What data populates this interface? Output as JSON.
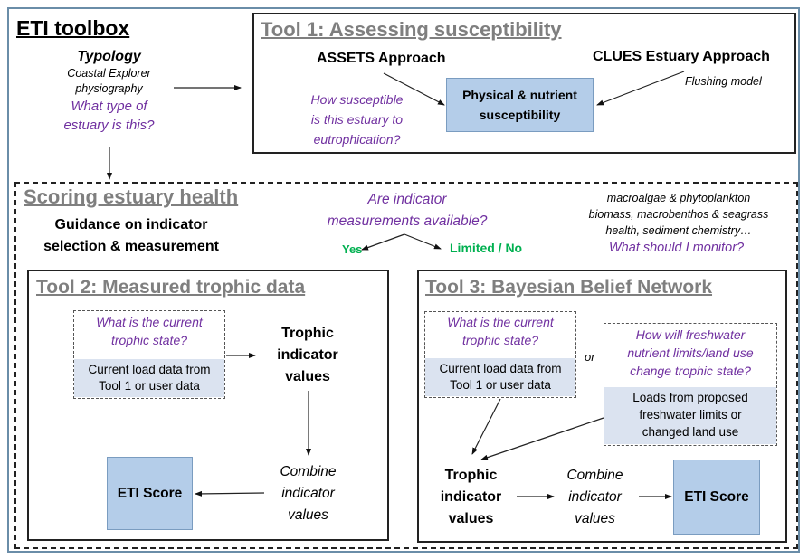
{
  "title": "ETI toolbox",
  "typology": {
    "heading": "Typology",
    "subtitle_line1": "Coastal Explorer",
    "subtitle_line2": "physiography",
    "question_line1": "What type of",
    "question_line2": "estuary is this?"
  },
  "tool1": {
    "title": "Tool 1: Assessing susceptibility",
    "assets": "ASSETS Approach",
    "clues": "CLUES Estuary Approach",
    "flushing": "Flushing model",
    "question_line1": "How susceptible",
    "question_line2": "is this estuary to",
    "question_line3": "eutrophication?",
    "result_line1": "Physical & nutrient",
    "result_line2": "susceptibility"
  },
  "scoring": {
    "title": "Scoring estuary health",
    "guidance_line1": "Guidance on indicator",
    "guidance_line2": "selection & measurement",
    "question_line1": "Are indicator",
    "question_line2": "measurements available?",
    "yes": "Yes",
    "limited": "Limited / No",
    "monitor_line1": "macroalgae & phytoplankton",
    "monitor_line2": "biomass, macrobenthos & seagrass",
    "monitor_line3": "health, sediment chemistry…",
    "monitor_question": "What should I monitor?"
  },
  "tool2": {
    "title": "Tool 2: Measured trophic data",
    "question_line1": "What is the current",
    "question_line2": "trophic state?",
    "load_line1": "Current load data from",
    "load_line2": "Tool 1 or user data",
    "trophic_line1": "Trophic",
    "trophic_line2": "indicator",
    "trophic_line3": "values",
    "combine_line1": "Combine",
    "combine_line2": "indicator",
    "combine_line3": "values",
    "score": "ETI Score"
  },
  "tool3": {
    "title": "Tool 3:  Bayesian Belief Network",
    "question_line1": "What is the current",
    "question_line2": "trophic state?",
    "load_line1": "Current load data from",
    "load_line2": "Tool 1 or user data",
    "or": "or",
    "future_q_line1": "How will freshwater",
    "future_q_line2": "nutrient limits/land use",
    "future_q_line3": "change trophic state?",
    "future_load_line1": "Loads from proposed",
    "future_load_line2": "freshwater limits or",
    "future_load_line3": "changed land use",
    "trophic_line1": "Trophic",
    "trophic_line2": "indicator",
    "trophic_line3": "values",
    "combine_line1": "Combine",
    "combine_line2": "indicator",
    "combine_line3": "values",
    "score": "ETI Score"
  }
}
